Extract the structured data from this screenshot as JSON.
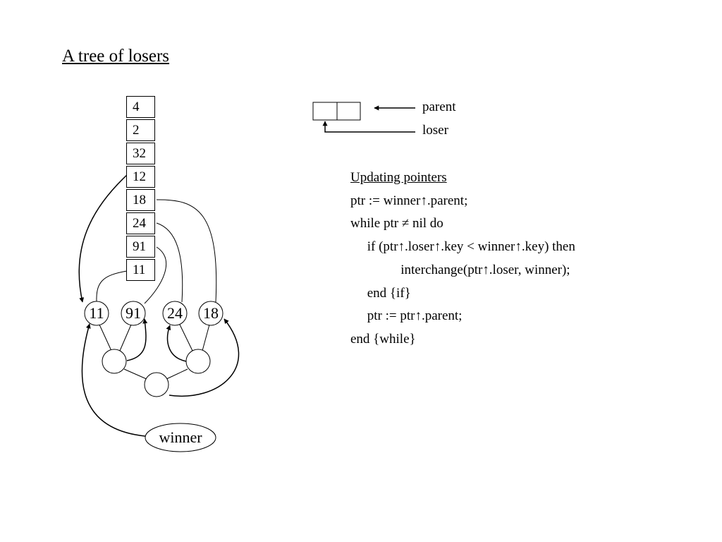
{
  "title": "A tree of losers",
  "array": [
    "4",
    "2",
    "32",
    "12",
    "18",
    "24",
    "91",
    "11"
  ],
  "leaves": [
    "11",
    "91",
    "24",
    "18"
  ],
  "winner_label": "winner",
  "legend": {
    "parent_label": "parent",
    "loser_label": "loser"
  },
  "code": {
    "heading": "Updating pointers",
    "lines": [
      "ptr := winner↑.parent;",
      "while ptr ≠ nil do",
      "     if (ptr↑.loser↑.key < winner↑.key) then",
      "               interchange(ptr↑.loser, winner);",
      "     end {if}",
      "     ptr := ptr↑.parent;",
      "end {while}"
    ]
  }
}
